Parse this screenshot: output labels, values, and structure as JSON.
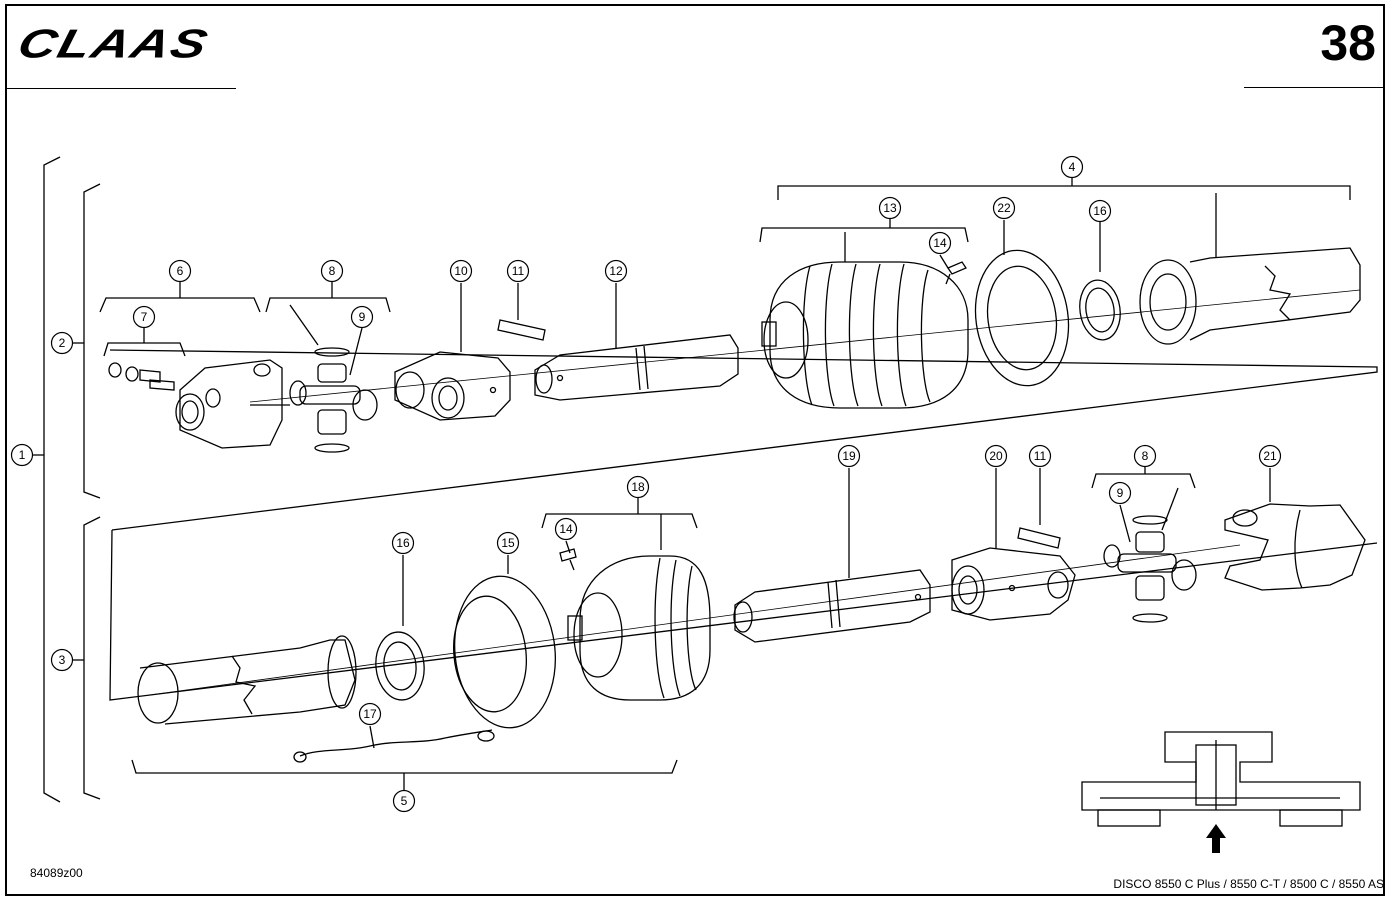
{
  "header": {
    "brand": "CLAAS",
    "page_number": "38"
  },
  "footer": {
    "drawing_code": "84089z00",
    "models": "DISCO 8550 C Plus / 8550 C-T / 8500 C / 8550 AS"
  },
  "callouts": [
    "1",
    "2",
    "3",
    "4",
    "5",
    "6",
    "7",
    "8",
    "9",
    "10",
    "11",
    "12",
    "13",
    "14",
    "15",
    "16",
    "17",
    "18",
    "19",
    "20",
    "21",
    "22"
  ],
  "colors": {
    "ink": "#000000",
    "paper": "#ffffff"
  },
  "icons": {
    "position_arrow": "up-arrow-icon"
  }
}
